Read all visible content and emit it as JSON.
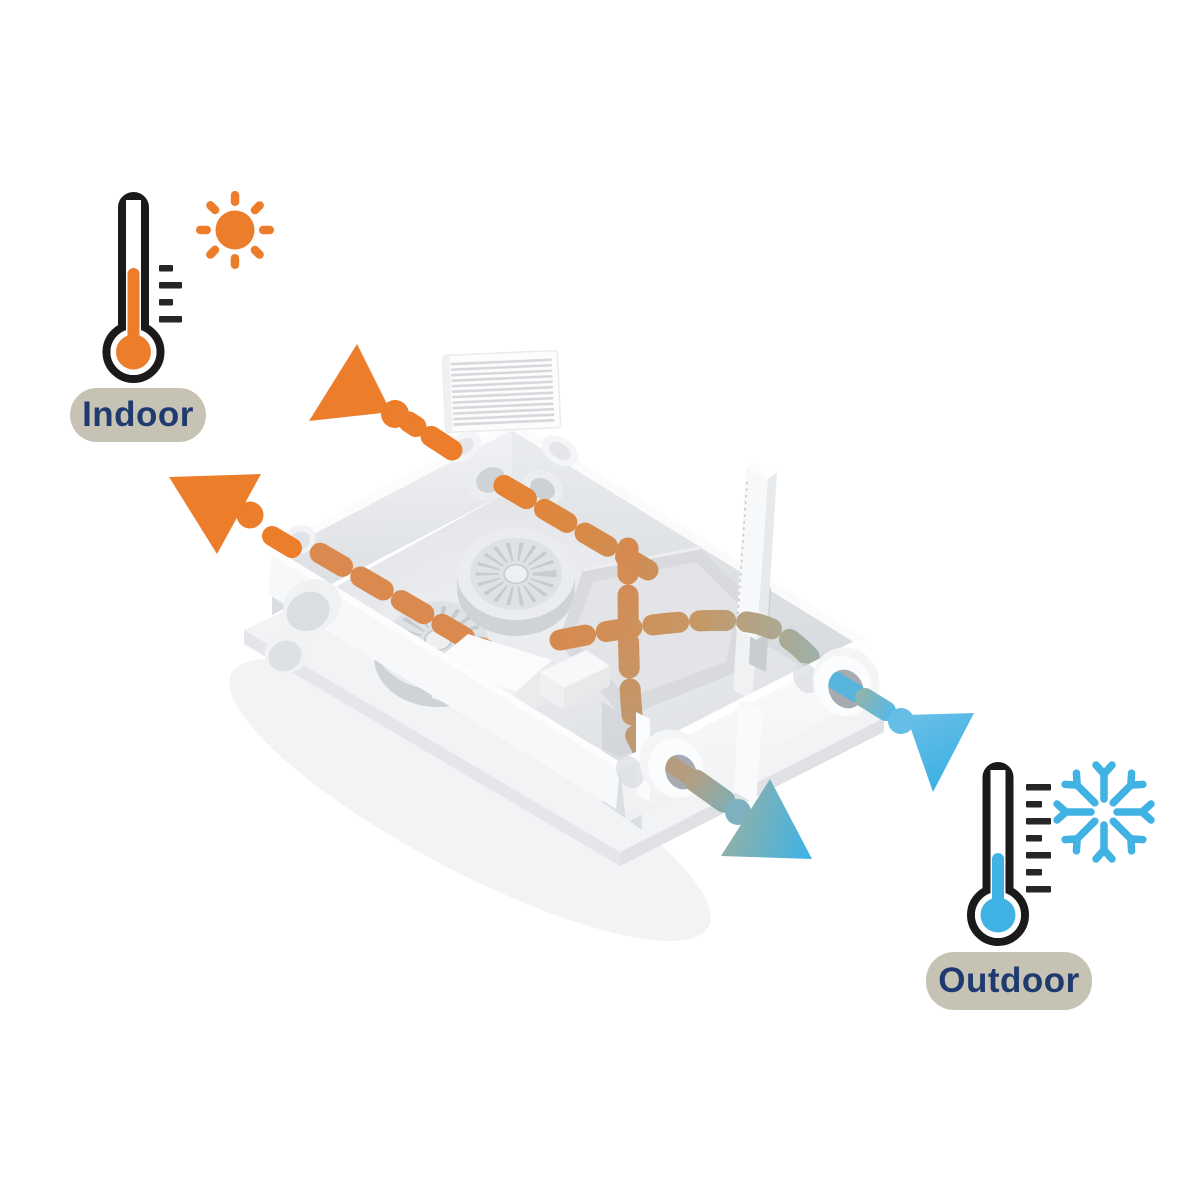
{
  "labels": {
    "indoor": "Indoor",
    "outdoor": "Outdoor"
  },
  "colors": {
    "warm": "#EC7D2B",
    "warm_muted": "#D98A4E",
    "fade_tan": "#BE9C74",
    "fade_grey": "#9EB1A8",
    "cold": "#41B2E4",
    "outline": "#1A1A1A",
    "tick": "#262626",
    "badge_bg": "#C7C3B4",
    "label_text": "#1F3A6E",
    "unit_grey": "#DCDFE2"
  },
  "icons": {
    "sun": "sun-icon",
    "snowflake": "snowflake-icon",
    "thermometer_warm": "thermometer-warm-icon",
    "thermometer_cold": "thermometer-cold-icon",
    "warm_flow": "warm-airflow-dashed-arrow",
    "cold_flow": "cold-airflow-dashed-arrow",
    "unit": "heat-recovery-ventilation-unit"
  }
}
